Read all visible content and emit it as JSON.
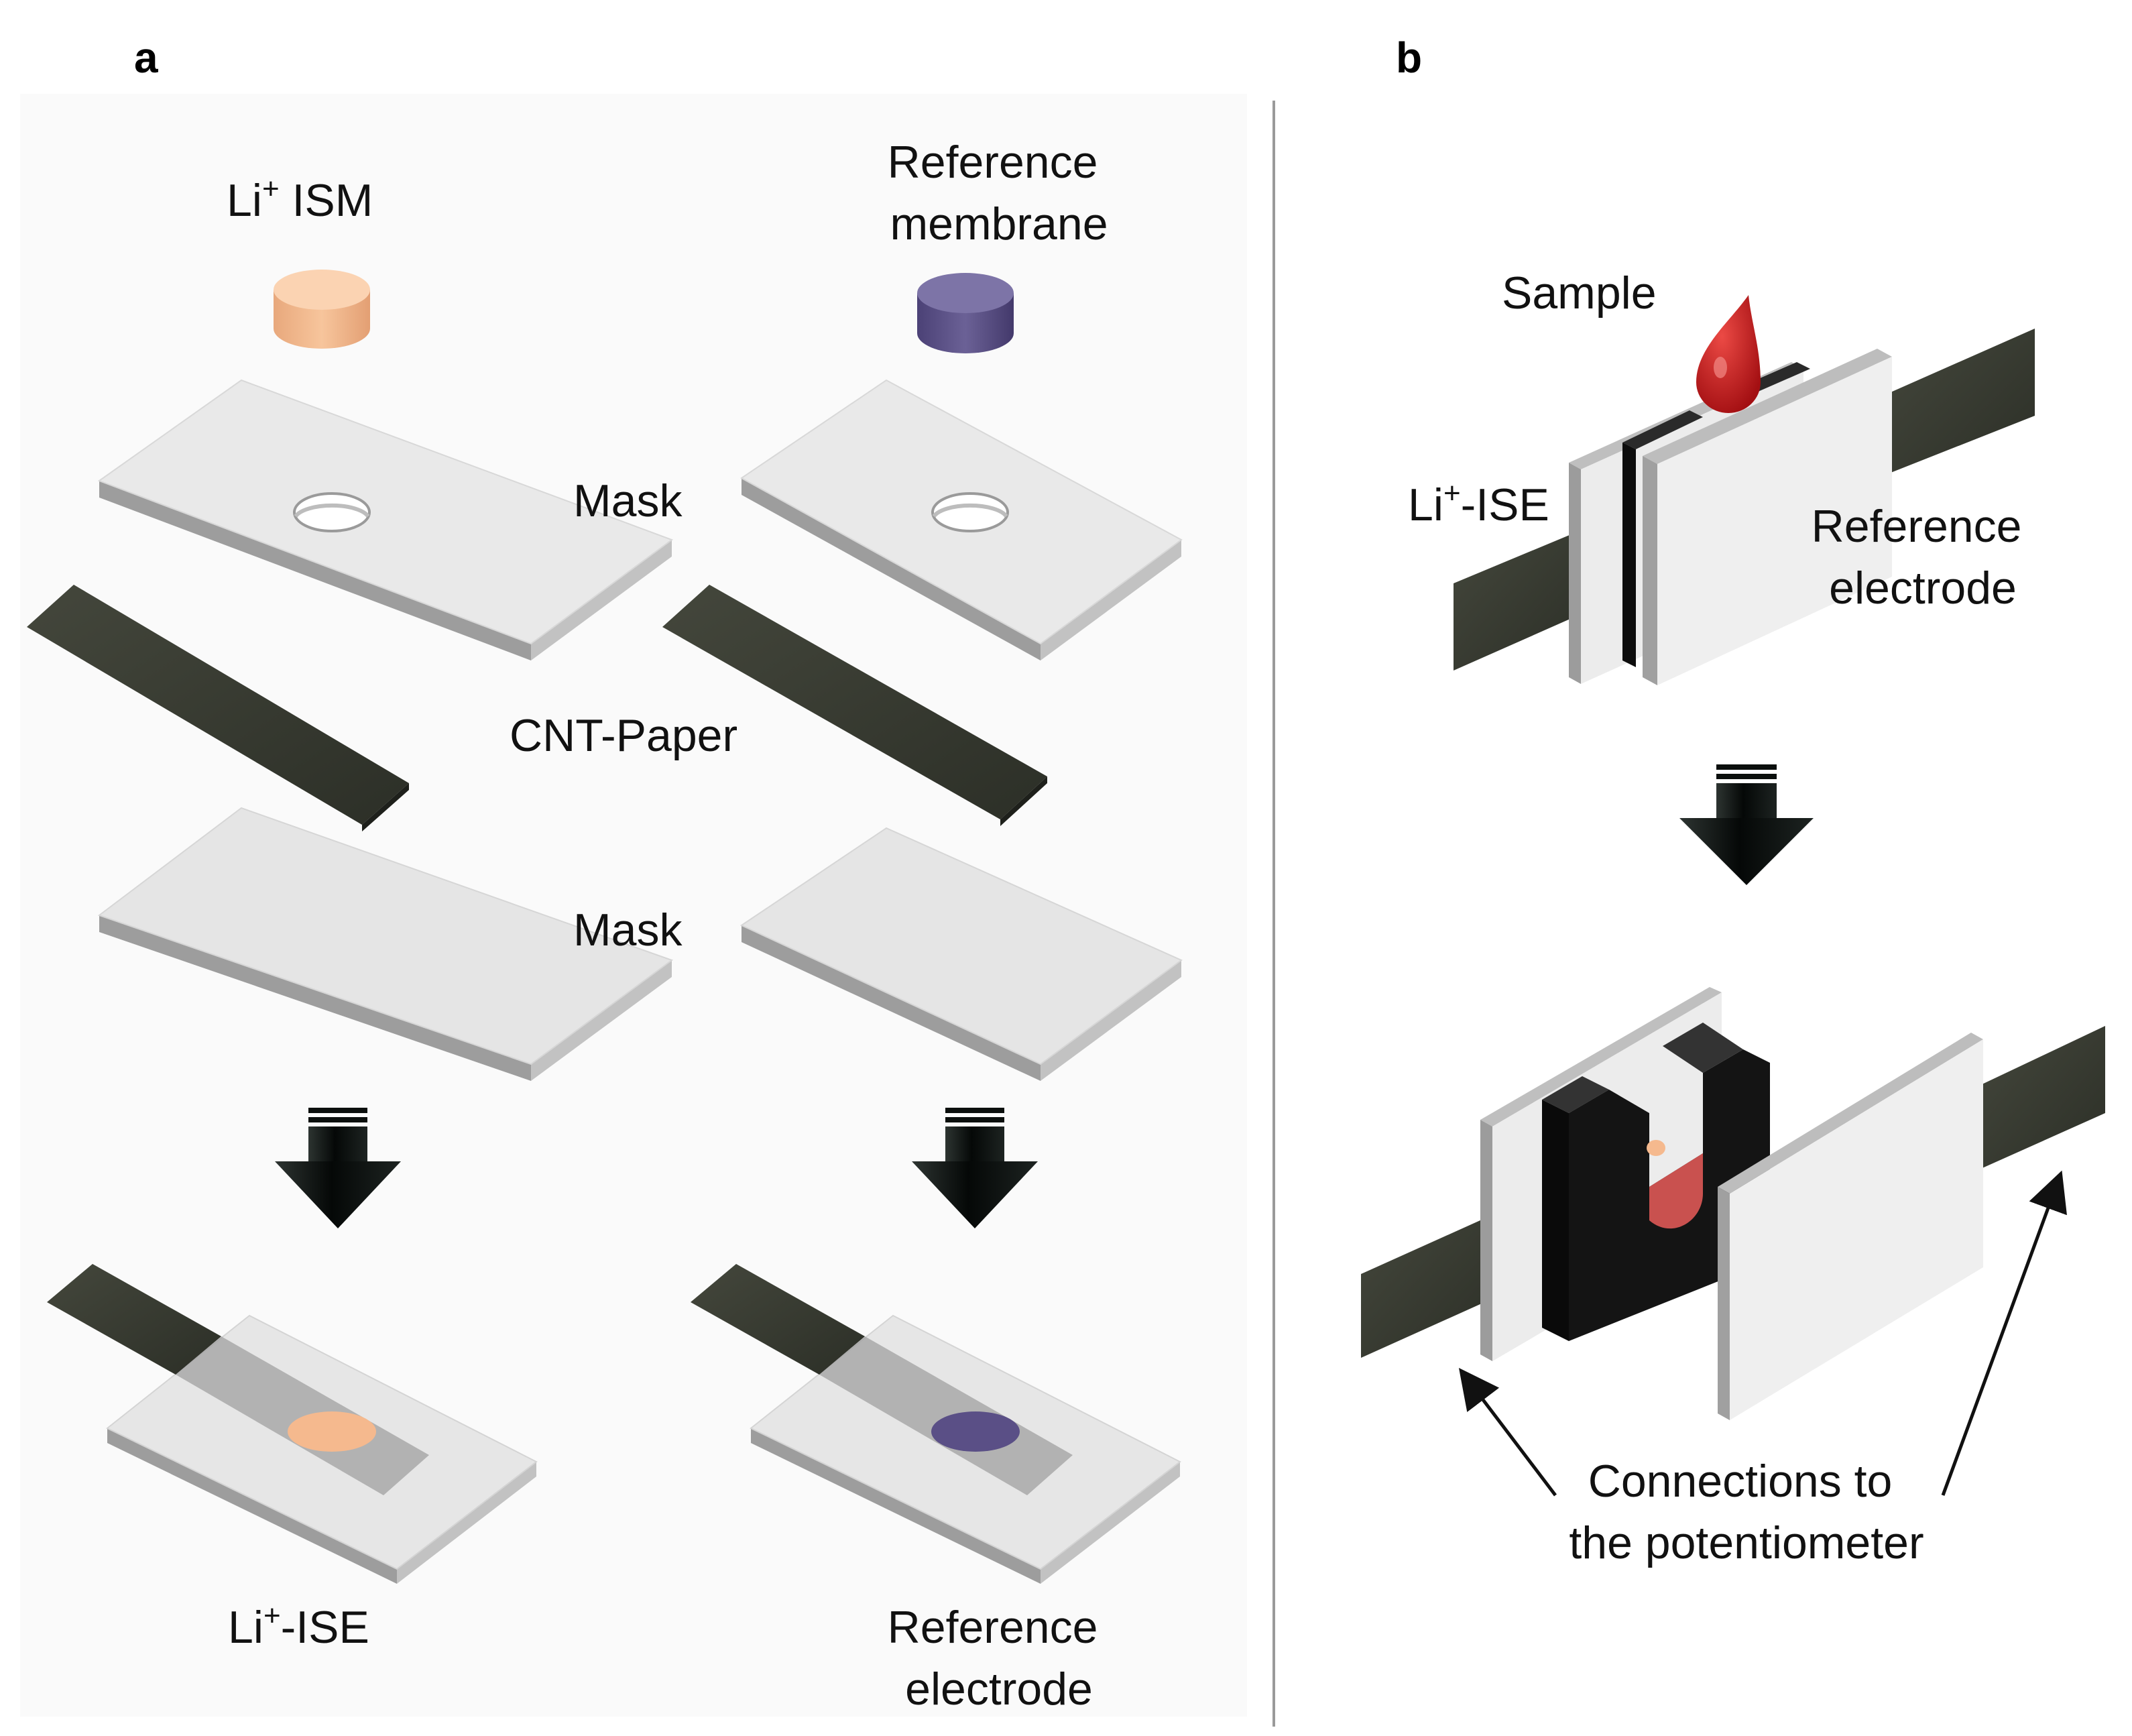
{
  "panels": {
    "a": "a",
    "b": "b"
  },
  "panel_a": {
    "ism_label": {
      "main": "Li",
      "sup": "+",
      "rest": " ISM"
    },
    "reference_membrane_label": [
      "Reference",
      "membrane"
    ],
    "mask_top_label": "Mask",
    "cnt_paper_label": "CNT-Paper",
    "mask_bottom_label": "Mask",
    "ise_result_label": {
      "main": "Li",
      "sup": "+",
      "rest": "-ISE"
    },
    "reference_electrode_label": [
      "Reference",
      "electrode"
    ]
  },
  "panel_b": {
    "sample_label": "Sample",
    "ise_label": {
      "main": "Li",
      "sup": "+",
      "rest": "-ISE"
    },
    "reference_electrode_label": [
      "Reference",
      "electrode"
    ],
    "connections_label": [
      "Connections to",
      "the potentiometer"
    ]
  },
  "colors": {
    "ism_disk": "#f5b98e",
    "reference_disk": "#5a4f86",
    "cnt_paper": "#3a3d33",
    "mask_top": "#e8e8e8",
    "mask_side": "#c4c4c4",
    "sample_drop": "#c8191b",
    "arrow": "#0b0f0d",
    "divider": "#9a9a9a"
  }
}
